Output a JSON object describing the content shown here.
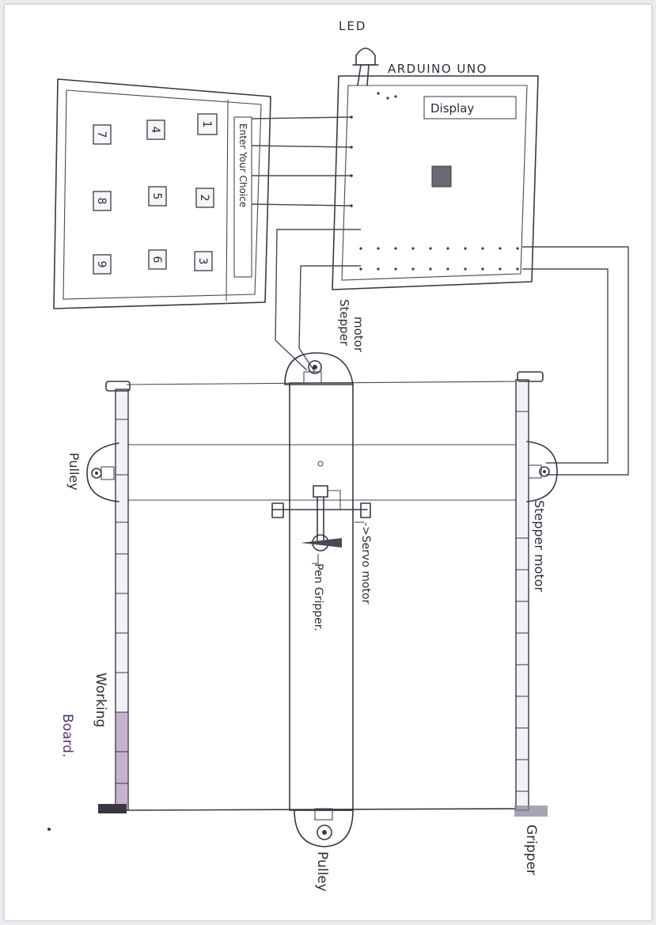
{
  "labels": {
    "led": "LED",
    "arduino": "ARDUINO UNO",
    "display": "Display",
    "keypad_prompt": "Enter Your Choice",
    "stepper_top": "Stepper motor",
    "stepper_right": "Stepper motor",
    "pulley_left": "Pulley",
    "pulley_bottom": "Pulley",
    "servo": "->Servo motor",
    "pen_gripper": "Pen Gripper.",
    "working": "Working",
    "board": "Board.",
    "gripper": "Gripper"
  },
  "keypad": {
    "col1": [
      "7",
      "8",
      "9"
    ],
    "col2": [
      "4",
      "5",
      "6"
    ],
    "col3": [
      "1",
      "2",
      "3"
    ]
  },
  "colors": {
    "ink": "#3a3745",
    "rail_accent": "#7a5a8a"
  }
}
